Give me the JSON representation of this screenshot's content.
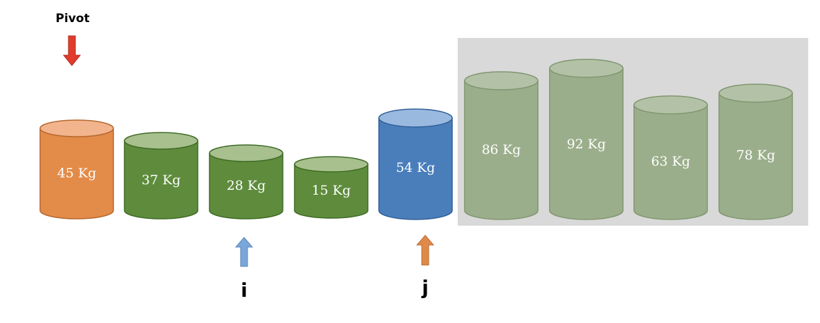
{
  "pivot_label": "Pivot",
  "i_label": "i",
  "j_label": "j",
  "colors": {
    "pivot_arrow": "#e03c2c",
    "i_arrow": "#7aa7d9",
    "j_arrow": "#e08a4a",
    "sorted_region": "#d9d9d9"
  },
  "cylinders": [
    {
      "label": "45 Kg",
      "role": "pivot",
      "body": "#e38b48",
      "top": "#f2b48c",
      "edge": "#b5672e"
    },
    {
      "label": "37 Kg",
      "role": "unsorted",
      "body": "#5e8c3c",
      "top": "#a7c08e",
      "edge": "#3f6a24"
    },
    {
      "label": "28 Kg",
      "role": "unsorted",
      "body": "#5e8c3c",
      "top": "#a7c08e",
      "edge": "#3f6a24"
    },
    {
      "label": "15 Kg",
      "role": "unsorted",
      "body": "#5e8c3c",
      "top": "#a7c08e",
      "edge": "#3f6a24"
    },
    {
      "label": "54 Kg",
      "role": "j-position",
      "body": "#4a7ebb",
      "top": "#9ab9df",
      "edge": "#2f5f97"
    },
    {
      "label": "86 Kg",
      "role": "sorted",
      "body": "#9bae8b",
      "top": "#b3c2a6",
      "edge": "#7f9570"
    },
    {
      "label": "92 Kg",
      "role": "sorted",
      "body": "#9bae8b",
      "top": "#b3c2a6",
      "edge": "#7f9570"
    },
    {
      "label": "63 Kg",
      "role": "sorted",
      "body": "#9bae8b",
      "top": "#b3c2a6",
      "edge": "#7f9570"
    },
    {
      "label": "78 Kg",
      "role": "sorted",
      "body": "#9bae8b",
      "top": "#b3c2a6",
      "edge": "#7f9570"
    }
  ]
}
